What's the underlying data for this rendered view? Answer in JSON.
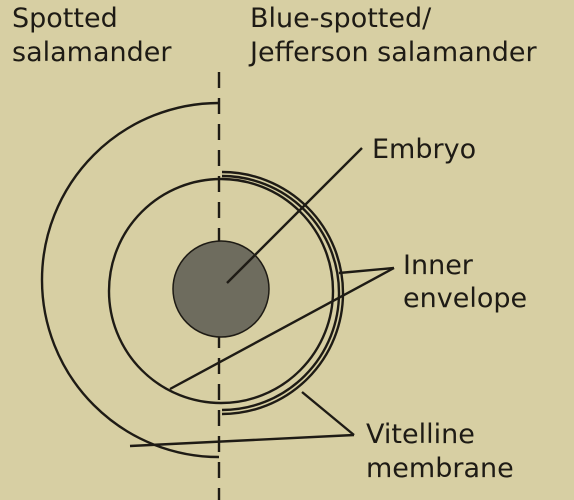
{
  "colors": {
    "background": "#d7cfa3",
    "ink": "#1e1b15",
    "embryo_fill": "#6e6c5e"
  },
  "labels": {
    "left_title_1": "Spotted",
    "left_title_2": "salamander",
    "right_title_1": "Blue-spotted/",
    "right_title_2": "Jefferson salamander",
    "embryo": "Embryo",
    "inner_envelope_1": "Inner",
    "inner_envelope_2": "envelope",
    "vitelline_1": "Vitelline",
    "vitelline_2": "membrane"
  }
}
